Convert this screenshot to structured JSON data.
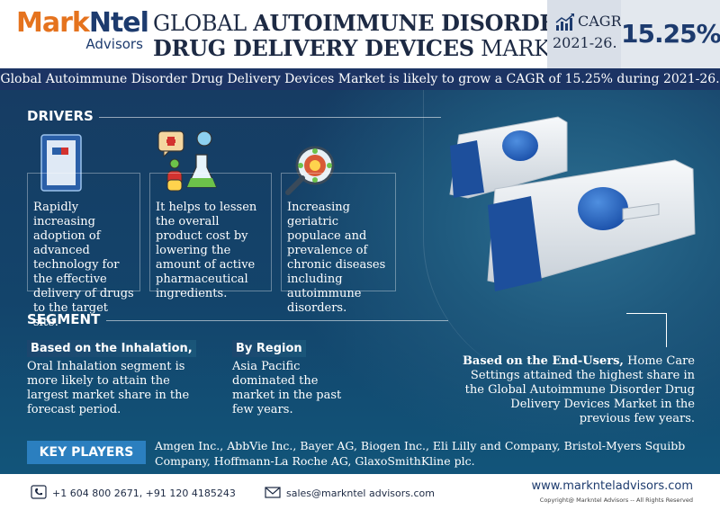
{
  "header": {
    "logo_mark": "Mark",
    "logo_ntel": "Ntel",
    "logo_sub": "Advisors",
    "title_line1_light": "GLOBAL ",
    "title_line1_bold": "AUTOIMMUNE DISORDER",
    "title_line2_bold": "DRUG DELIVERY DEVICES",
    "title_line2_light": " MARKET",
    "cagr_label": "CAGR",
    "cagr_years": "2021-26.",
    "cagr_value": "15.25%"
  },
  "subtitle": "Global Autoimmune Disorder Drug Delivery Devices Market is likely to grow a CAGR of 15.25% during 2021-26.",
  "drivers": {
    "heading": "DRIVERS",
    "items": [
      {
        "icon": "device-icon",
        "text": "Rapidly increasing adoption of advanced technology for the effective delivery of drugs to the target site."
      },
      {
        "icon": "pharma-icon",
        "text": "It helps to lessen the overall product cost by lowering the amount of active pharmaceutical ingredients."
      },
      {
        "icon": "virus-magnifier-icon",
        "text": "Increasing geriatric populace and prevalence of chronic diseases including autoimmune disorders."
      }
    ]
  },
  "segment": {
    "heading": "SEGMENT",
    "inhalation_title": "Based on the Inhalation,",
    "inhalation_text": "Oral Inhalation segment is more likely to attain the largest market share in the forecast period.",
    "region_title": "By Region",
    "region_text": "Asia Pacific dominated the market in the past few years.",
    "enduser_bold": "Based on the End-Users,",
    "enduser_text": " Home Care Settings attained the highest share in the Global Autoimmune Disorder Drug Delivery Devices Market in the previous few years."
  },
  "key_players": {
    "label": "KEY PLAYERS",
    "text": "Amgen Inc., AbbVie Inc., Bayer AG, Biogen Inc., Eli Lilly and Company, Bristol-Myers Squibb Company, Hoffmann-La Roche AG, GlaxoSmithKline plc."
  },
  "footer": {
    "phone": "+1 604 800 2671, +91 120 4185243",
    "email": "sales@markntel advisors.com",
    "website": "www.marknteladvisors.com",
    "copyright": "Copyright@ Markntel Advisors -- All Rights Reserved"
  },
  "colors": {
    "brand_orange": "#e5731e",
    "brand_navy": "#1d3b6e",
    "key_players_blue": "#2b7fbf",
    "background": "#13446b"
  }
}
